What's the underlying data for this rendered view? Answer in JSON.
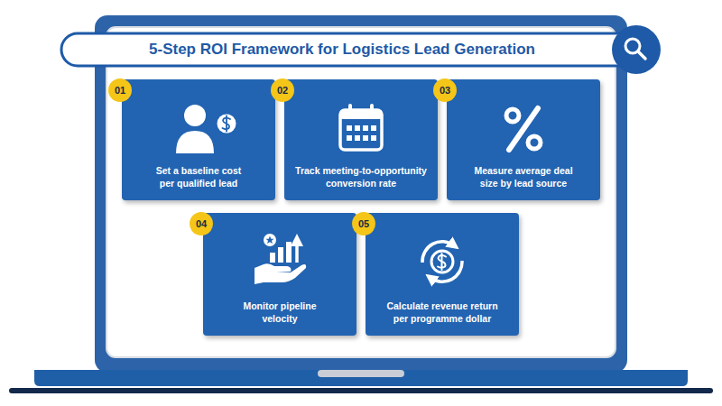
{
  "diagram": {
    "title": "5-Step ROI Framework for Logistics Lead Generation",
    "nodes": [
      {
        "text": [
          "Set a baseline cost per qualified lead"
        ]
      },
      {
        "text": [
          "01"
        ],
        "in": 0
      },
      {
        "text": [
          "Track meeting-to-opportunity conversion rate"
        ]
      },
      {
        "text": [
          "02"
        ],
        "in": 2
      },
      {
        "text": [
          "Measure average deal size by lead source"
        ]
      },
      {
        "text": [
          "03"
        ],
        "in": 4
      },
      {
        "text": [
          "Monitor pipeline velocity"
        ]
      },
      {
        "text": [
          "04"
        ],
        "in": 6
      },
      {
        "text": [
          "Calculate revenue return per programme dollar"
        ]
      },
      {
        "text": [
          "05"
        ],
        "in": 8
      }
    ]
  }
}
